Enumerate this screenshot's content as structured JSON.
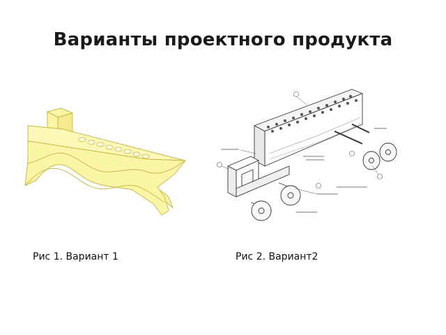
{
  "slide": {
    "title": "Варианты проектного продукта"
  },
  "figures": [
    {
      "caption": "Рис 1. Вариант 1"
    },
    {
      "caption": "Рис 2. Вариант2"
    }
  ],
  "colors": {
    "toy_fill": "#fbf6a6",
    "toy_stroke": "#c9b84a",
    "drawing_ink": "#333333"
  }
}
